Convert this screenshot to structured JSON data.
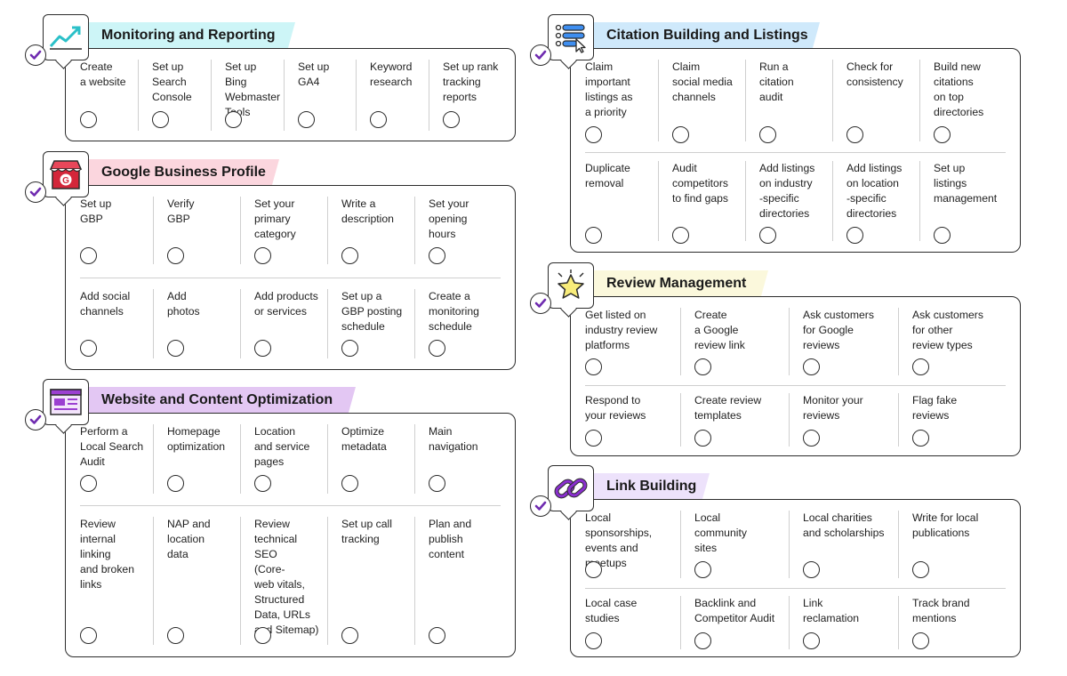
{
  "colors": {
    "monitoring_banner": "#cdf5f7",
    "gbp_banner": "#fbd6de",
    "website_banner": "#e3c7f3",
    "citation_banner": "#cfe9fb",
    "review_banner": "#fbf8dc",
    "link_banner": "#ede2fb",
    "check_purple": "#6f2bb0",
    "border": "#2b2b2b"
  },
  "sections": {
    "monitoring": {
      "title": "Monitoring and Reporting",
      "icon": "trend-chart-icon",
      "items": [
        "Create\na website",
        "Set up\nSearch\nConsole",
        "Set up Bing\nWebmaster\nTools",
        "Set up\nGA4",
        "Keyword\nresearch",
        "Set up rank\ntracking\nreports"
      ]
    },
    "gbp": {
      "title": "Google Business Profile",
      "icon": "storefront-icon",
      "row1": [
        "Set up\nGBP",
        "Verify\nGBP",
        "Set your\nprimary\ncategory",
        "Write a\ndescription",
        "Set your\nopening\nhours"
      ],
      "row2": [
        "Add social\nchannels",
        "Add\nphotos",
        "Add products\nor services",
        "Set up a\nGBP posting\nschedule",
        "Create a\nmonitoring\nschedule"
      ]
    },
    "website": {
      "title": "Website and Content Optimization",
      "icon": "webpage-icon",
      "row1": [
        "Perform a\nLocal Search\nAudit",
        "Homepage\noptimization",
        "Location\nand service\npages",
        "Optimize\nmetadata",
        "Main\nnavigation"
      ],
      "row2": [
        "Review\ninternal linking\nand broken\nlinks",
        "NAP and\nlocation\ndata",
        "Review\ntechnical SEO\n(Core-\nweb vitals,\nStructured\nData, URLs\nand Sitemap)",
        "Set up call\ntracking",
        "Plan and\npublish\ncontent"
      ]
    },
    "citation": {
      "title": "Citation Building and Listings",
      "icon": "list-cursor-icon",
      "row1": [
        "Claim\nimportant\nlistings as\na priority",
        "Claim\nsocial media\nchannels",
        "Run a\ncitation\naudit",
        "Check for\nconsistency",
        "Build new\ncitations\non top\ndirectories"
      ],
      "row2": [
        "Duplicate\nremoval",
        "Audit\ncompetitors\nto find gaps",
        "Add listings\non industry\n-specific\ndirectories",
        "Add listings\non location\n-specific\ndirectories",
        "Set up\nlistings\nmanagement"
      ]
    },
    "review": {
      "title": "Review Management",
      "icon": "star-icon",
      "row1": [
        "Get listed on\nindustry review\nplatforms",
        "Create\na Google\nreview link",
        "Ask customers\nfor Google\nreviews",
        "Ask customers\nfor other\nreview types"
      ],
      "row2": [
        "Respond to\nyour reviews",
        "Create review\ntemplates",
        "Monitor your\nreviews",
        "Flag fake\nreviews"
      ]
    },
    "link": {
      "title": "Link Building",
      "icon": "chain-link-icon",
      "row1": [
        "Local sponsorships,\nevents and\nmeetups",
        "Local\ncommunity\nsites",
        "Local charities\nand scholarships",
        "Write for local\npublications"
      ],
      "row2": [
        "Local case\nstudies",
        "Backlink and\nCompetitor Audit",
        "Link\nreclamation",
        "Track brand\nmentions"
      ]
    }
  }
}
